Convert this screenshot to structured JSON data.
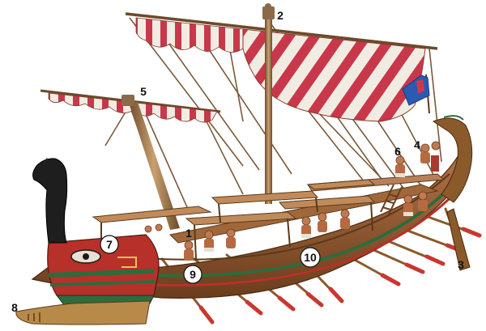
{
  "labels": {
    "l1": "1",
    "l2": "2",
    "l3": "3",
    "l4": "4",
    "l5": "5",
    "l6": "6",
    "l7": "7",
    "l8": "8",
    "l9": "9",
    "l10": "10"
  },
  "colors": {
    "sail_red": "#c8384a",
    "sail_white": "#f1ece2",
    "hull_red": "#b8302a",
    "hull_green": "#2f6b3c",
    "wood": "#a0683a",
    "wood_dark": "#6b3d1d",
    "oar_tip": "#c8382e",
    "flag_blue": "#2a5bb0",
    "horse_black": "#1e1e1e"
  }
}
